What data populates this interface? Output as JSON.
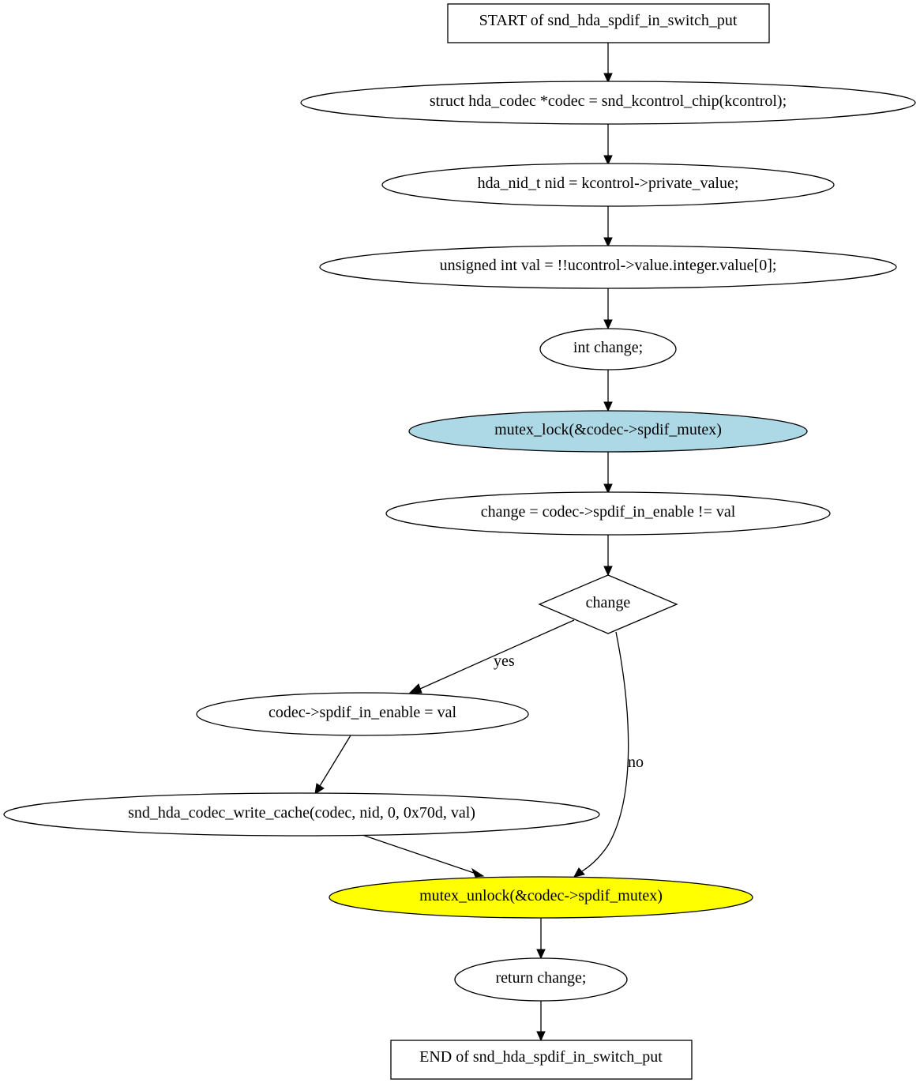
{
  "nodes": {
    "start": {
      "label": "START of snd_hda_spdif_in_switch_put",
      "shape": "box",
      "fill": "#ffffff"
    },
    "n1": {
      "label": "struct hda_codec *codec = snd_kcontrol_chip(kcontrol);",
      "shape": "ellipse",
      "fill": "#ffffff"
    },
    "n2": {
      "label": "hda_nid_t nid = kcontrol->private_value;",
      "shape": "ellipse",
      "fill": "#ffffff"
    },
    "n3": {
      "label": "unsigned int val = !!ucontrol->value.integer.value[0];",
      "shape": "ellipse",
      "fill": "#ffffff"
    },
    "n4": {
      "label": "int change;",
      "shape": "ellipse",
      "fill": "#ffffff"
    },
    "n5": {
      "label": "mutex_lock(&codec->spdif_mutex)",
      "shape": "ellipse",
      "fill": "#add8e6"
    },
    "n6": {
      "label": "change = codec->spdif_in_enable != val",
      "shape": "ellipse",
      "fill": "#ffffff"
    },
    "n7": {
      "label": "change",
      "shape": "diamond",
      "fill": "#ffffff"
    },
    "n8": {
      "label": "codec->spdif_in_enable = val",
      "shape": "ellipse",
      "fill": "#ffffff"
    },
    "n9": {
      "label": "snd_hda_codec_write_cache(codec, nid, 0, 0x70d, val)",
      "shape": "ellipse",
      "fill": "#ffffff"
    },
    "n10": {
      "label": "mutex_unlock(&codec->spdif_mutex)",
      "shape": "ellipse",
      "fill": "#ffff00"
    },
    "n11": {
      "label": "return change;",
      "shape": "ellipse",
      "fill": "#ffffff"
    },
    "end": {
      "label": "END of snd_hda_spdif_in_switch_put",
      "shape": "box",
      "fill": "#ffffff"
    }
  },
  "edges": [
    {
      "from": "start",
      "to": "n1",
      "label": ""
    },
    {
      "from": "n1",
      "to": "n2",
      "label": ""
    },
    {
      "from": "n2",
      "to": "n3",
      "label": ""
    },
    {
      "from": "n3",
      "to": "n4",
      "label": ""
    },
    {
      "from": "n4",
      "to": "n5",
      "label": ""
    },
    {
      "from": "n5",
      "to": "n6",
      "label": ""
    },
    {
      "from": "n6",
      "to": "n7",
      "label": ""
    },
    {
      "from": "n7",
      "to": "n8",
      "label": "yes"
    },
    {
      "from": "n7",
      "to": "n10",
      "label": "no"
    },
    {
      "from": "n8",
      "to": "n9",
      "label": ""
    },
    {
      "from": "n9",
      "to": "n10",
      "label": ""
    },
    {
      "from": "n10",
      "to": "n11",
      "label": ""
    },
    {
      "from": "n11",
      "to": "end",
      "label": ""
    }
  ]
}
